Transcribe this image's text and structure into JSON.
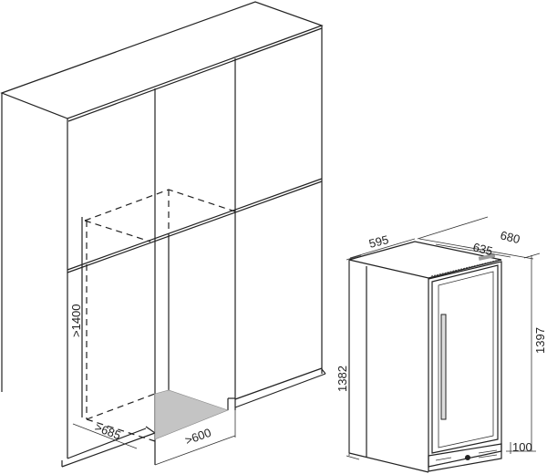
{
  "cabinet": {
    "height_label": ">1400",
    "depth_label": ">685",
    "width_label": ">600",
    "floor_color": "#c4c4c4"
  },
  "appliance": {
    "width_label": "595",
    "depth_total_label": "680",
    "depth_body_label": "635",
    "height_body_label": "1382",
    "height_total_label": "1397",
    "base_label": "100"
  }
}
